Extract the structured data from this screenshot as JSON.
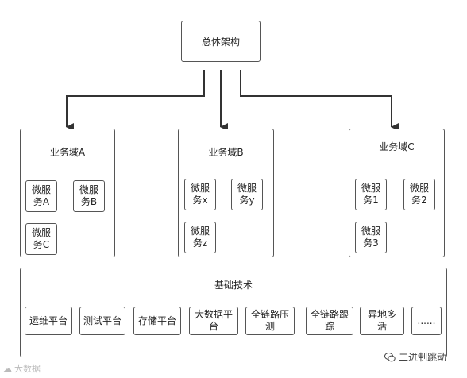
{
  "top": {
    "title": "总体架构"
  },
  "domains": [
    {
      "title": "业务域A",
      "services": [
        "微服务A",
        "微服务B",
        "微服务C"
      ]
    },
    {
      "title": "业务域B",
      "services": [
        "微服务x",
        "微服务y",
        "微服务z"
      ]
    },
    {
      "title": "业务域C",
      "services": [
        "微服务1",
        "微服务2",
        "微服务3"
      ]
    }
  ],
  "base": {
    "title": "基础技术",
    "items": [
      "运维平台",
      "测试平台",
      "存储平台",
      "大数据平台",
      "全链路压测",
      "全链路跟踪",
      "异地多活",
      "......"
    ]
  },
  "watermarks": {
    "left": "大数据",
    "right": "二进制跳动"
  }
}
